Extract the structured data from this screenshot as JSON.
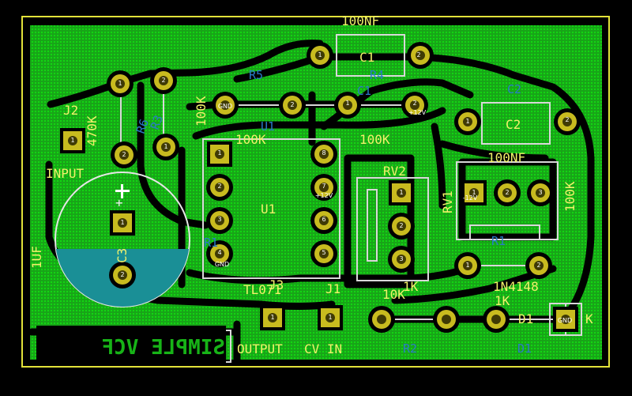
{
  "colors": {
    "background": "#000000",
    "board_outline": "#e2e23a",
    "copper_fill": "#19a019",
    "copper_hatch": "#14e014",
    "pad_ring": "#c8bb1f",
    "pad_hole": "#000000",
    "pad_core": "#3f3a05",
    "silkscreen": "#e6e6e6",
    "fab_text": "#2a7bc8",
    "value_text": "#f2f26a",
    "cap_fill": "#1a8f96"
  },
  "board": {
    "title": "SIMPLE VCF"
  },
  "labels": {
    "c1_value": "100NF",
    "c1_ref": "C1",
    "c1_fab": "C1",
    "r5_fab": "R5",
    "r4_fab": "R4",
    "c2_fab": "C2",
    "c2_ref": "C2",
    "c2_value": "100NF",
    "j2_ref": "J2",
    "r6_value": "470K",
    "r6_fab": "R6",
    "r3_fab": "R3",
    "r3_value": "100K",
    "u1_fab": "U1",
    "r5_value": "100K",
    "r4_value": "100K",
    "input_label": "INPUT",
    "rv2_ref": "RV2",
    "rv1_ref": "RV1",
    "rv1_value": "100K",
    "u1_ref": "U1",
    "c3_value": "1UF",
    "c3_ref": "C3",
    "r1_fab": "R1",
    "plus_mark": "+",
    "d1_value": "1N4148",
    "rv2_value": "1K",
    "r2_value": "10K",
    "r1_value": "1K",
    "d1_ref": "D1",
    "d1_fab": "D1",
    "k_mark": "K",
    "u1_value": "TL071",
    "j3_ref": "J3",
    "j1_ref": "J1",
    "output_label": "OUTPUT",
    "cvin_label": "CV IN",
    "r2_fab": "R2"
  },
  "pad_labels": {
    "one": "1",
    "two": "2",
    "three": "3",
    "four": "4",
    "five": "5",
    "six": "6",
    "seven": "7",
    "eight": "8",
    "gnd": "GND",
    "plus12": "+12V",
    "minus12": "-12V"
  }
}
